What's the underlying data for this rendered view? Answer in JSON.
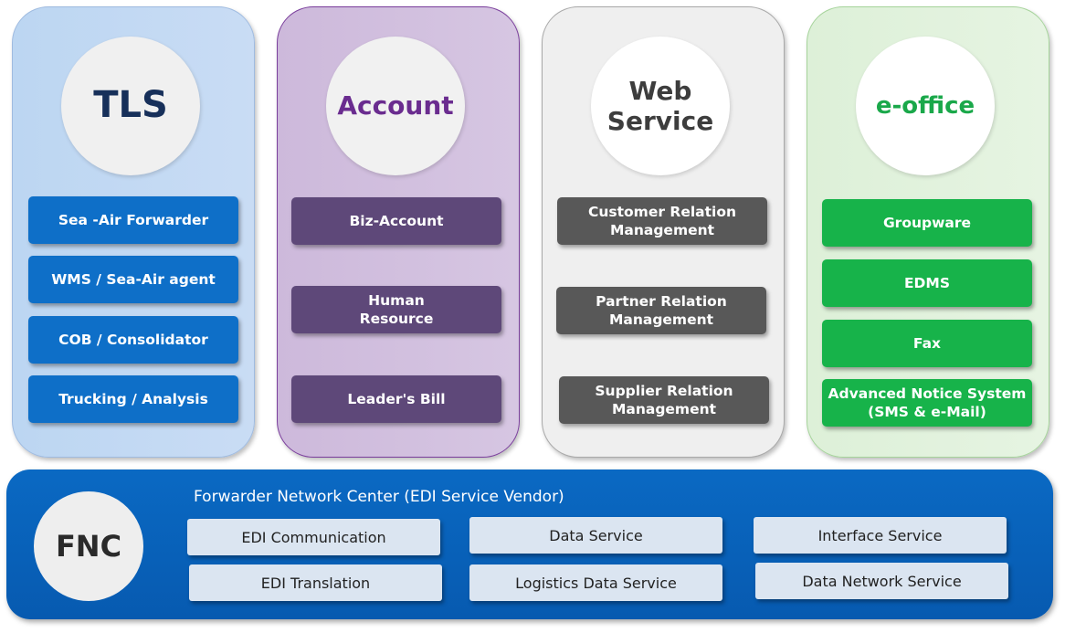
{
  "columns": [
    {
      "title": "TLS",
      "items": [
        "Sea -Air  Forwarder",
        "WMS / Sea-Air agent",
        "COB / Consolidator",
        "Trucking / Analysis"
      ]
    },
    {
      "title": "Account",
      "items": [
        "Biz-Account",
        "Human\nResource",
        "Leader's Bill"
      ]
    },
    {
      "title": "Web\nService",
      "items": [
        "Customer Relation\nManagement",
        "Partner Relation\nManagement",
        "Supplier Relation\nManagement"
      ]
    },
    {
      "title": "e-office",
      "items": [
        "Groupware",
        "EDMS",
        "Fax",
        "Advanced Notice System\n(SMS & e-Mail)"
      ]
    }
  ],
  "fnc": {
    "label": "FNC",
    "title": "Forwarder Network Center (EDI Service Vendor)",
    "services": [
      "EDI Communication",
      "Data Service",
      "Interface Service",
      "EDI Translation",
      "Logistics Data Service",
      "Data Network Service"
    ]
  },
  "colors": {
    "tls_button": "#0e6fc8",
    "account_button": "#5e4879",
    "web_button": "#585858",
    "eoffice_button": "#17b34a",
    "fnc_panel": "#0a69c3",
    "account_title": "#6a2c8f",
    "eoffice_title": "#1aa84a"
  }
}
